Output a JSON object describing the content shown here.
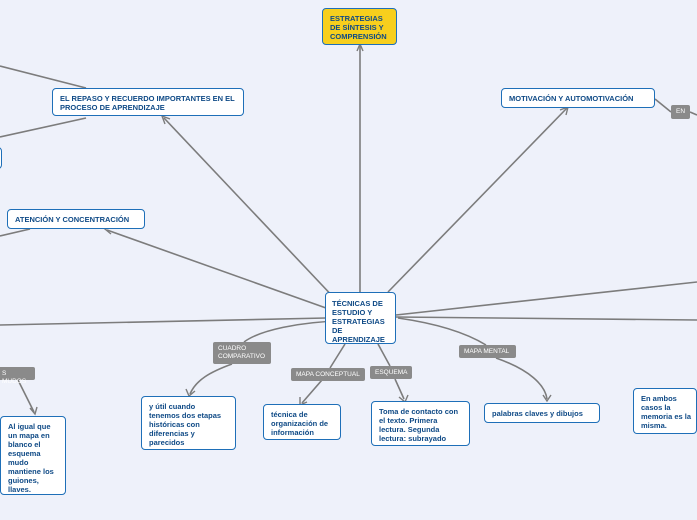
{
  "center": "TÉCNICAS DE ESTUDIO Y ESTRATEGIAS DE APRENDIZAJE",
  "topics": {
    "sintesis": "ESTRATEGIAS DE SÍNTESIS Y COMPRENSIÓN",
    "repaso": "EL REPASO Y RECUERDO IMPORTANTES EN EL PROCESO DE APRENDIZAJE",
    "motivacion": "MOTIVACIÓN Y AUTOMOTIVACIÓN",
    "atencion": "ATENCIÓN Y CONCENTRACIÓN"
  },
  "labels": {
    "en": "EN",
    "mudos": "S MUDOS",
    "cuadro": "CUADRO COMPARATIVO",
    "mapa_conceptual": "MAPA CONCEPTUAL",
    "esquema": "ESQUEMA",
    "mapa_mental": "MAPA MENTAL"
  },
  "leaves": {
    "mudo": "Al igual que un mapa en blanco el esquema mudo mantiene los guiones, llaves.",
    "cuadro": "y útil cuando tenemos dos etapas históricas con diferencias y parecidos",
    "conceptual": "técnica de organización de información",
    "esquema": "Toma de contacto con el texto. Primera lectura. Segunda lectura: subrayado",
    "mental": "palabras claves y dibujos",
    "ambos": "En ambos casos la memoria es la misma."
  }
}
